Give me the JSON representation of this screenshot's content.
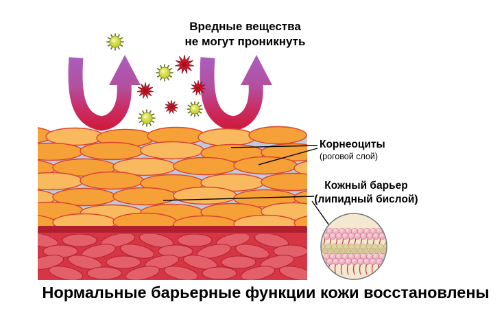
{
  "top_caption": {
    "line1": "Вредные вещества",
    "line2": "не могут проникнуть"
  },
  "labels": {
    "corneocytes_title": "Корнеоциты",
    "corneocytes_sub": "(роговой слой)",
    "barrier_line1": "Кожный барьер",
    "barrier_line2": "(липидный бислой)"
  },
  "bottom_caption": "Нормальные барьерные функции кожи восстановлены",
  "icons": {
    "toxin": "toxin-particle-icon",
    "microbe": "microbe-icon",
    "arrow": "bounce-arrow-icon"
  },
  "colors": {
    "arrow_purple": "#aa5fc2",
    "arrow_red": "#cf1b40",
    "cell_orange": "#f6a137",
    "cell_orange_light": "#f9b95e",
    "cell_stroke": "#d6452f",
    "matrix_bg": "#c2c9dd",
    "dermis_red": "#d63543",
    "dermis_cell": "#e4626c",
    "dermis_band": "#b01f2e",
    "virus_yellow": "#c3ce23",
    "germ_red": "#d01825",
    "pointer_line": "#000000",
    "inset_bg": "#f5e8d0"
  }
}
